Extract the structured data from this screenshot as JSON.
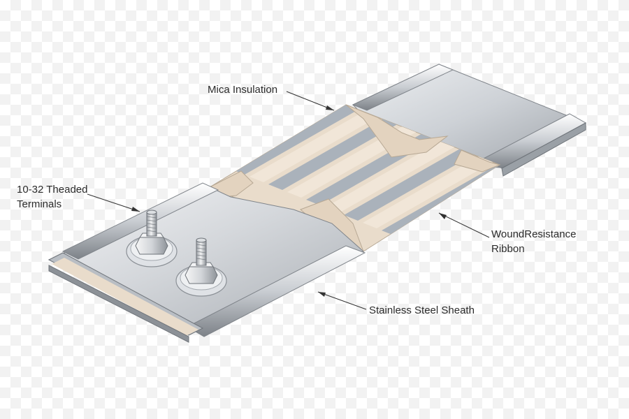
{
  "labels": {
    "mica_insulation": "Mica Insulation",
    "terminals_line1": "10-32 Theaded",
    "terminals_line2": "Terminals",
    "ribbon_line1": "WoundResistance",
    "ribbon_line2": "Ribbon",
    "sheath": "Stainless Steel Sheath"
  },
  "components": [
    "stainless-steel-sheath",
    "mica-insulation",
    "wound-resistance-ribbon",
    "threaded-terminal-front",
    "threaded-terminal-back"
  ],
  "colors": {
    "sheath_light": "#e6e8eb",
    "sheath_mid": "#c4c8cd",
    "sheath_dark": "#8f949a",
    "mica": "#e9dccb",
    "ribbon": "#9aa3ad",
    "text": "#2b2b2b"
  }
}
